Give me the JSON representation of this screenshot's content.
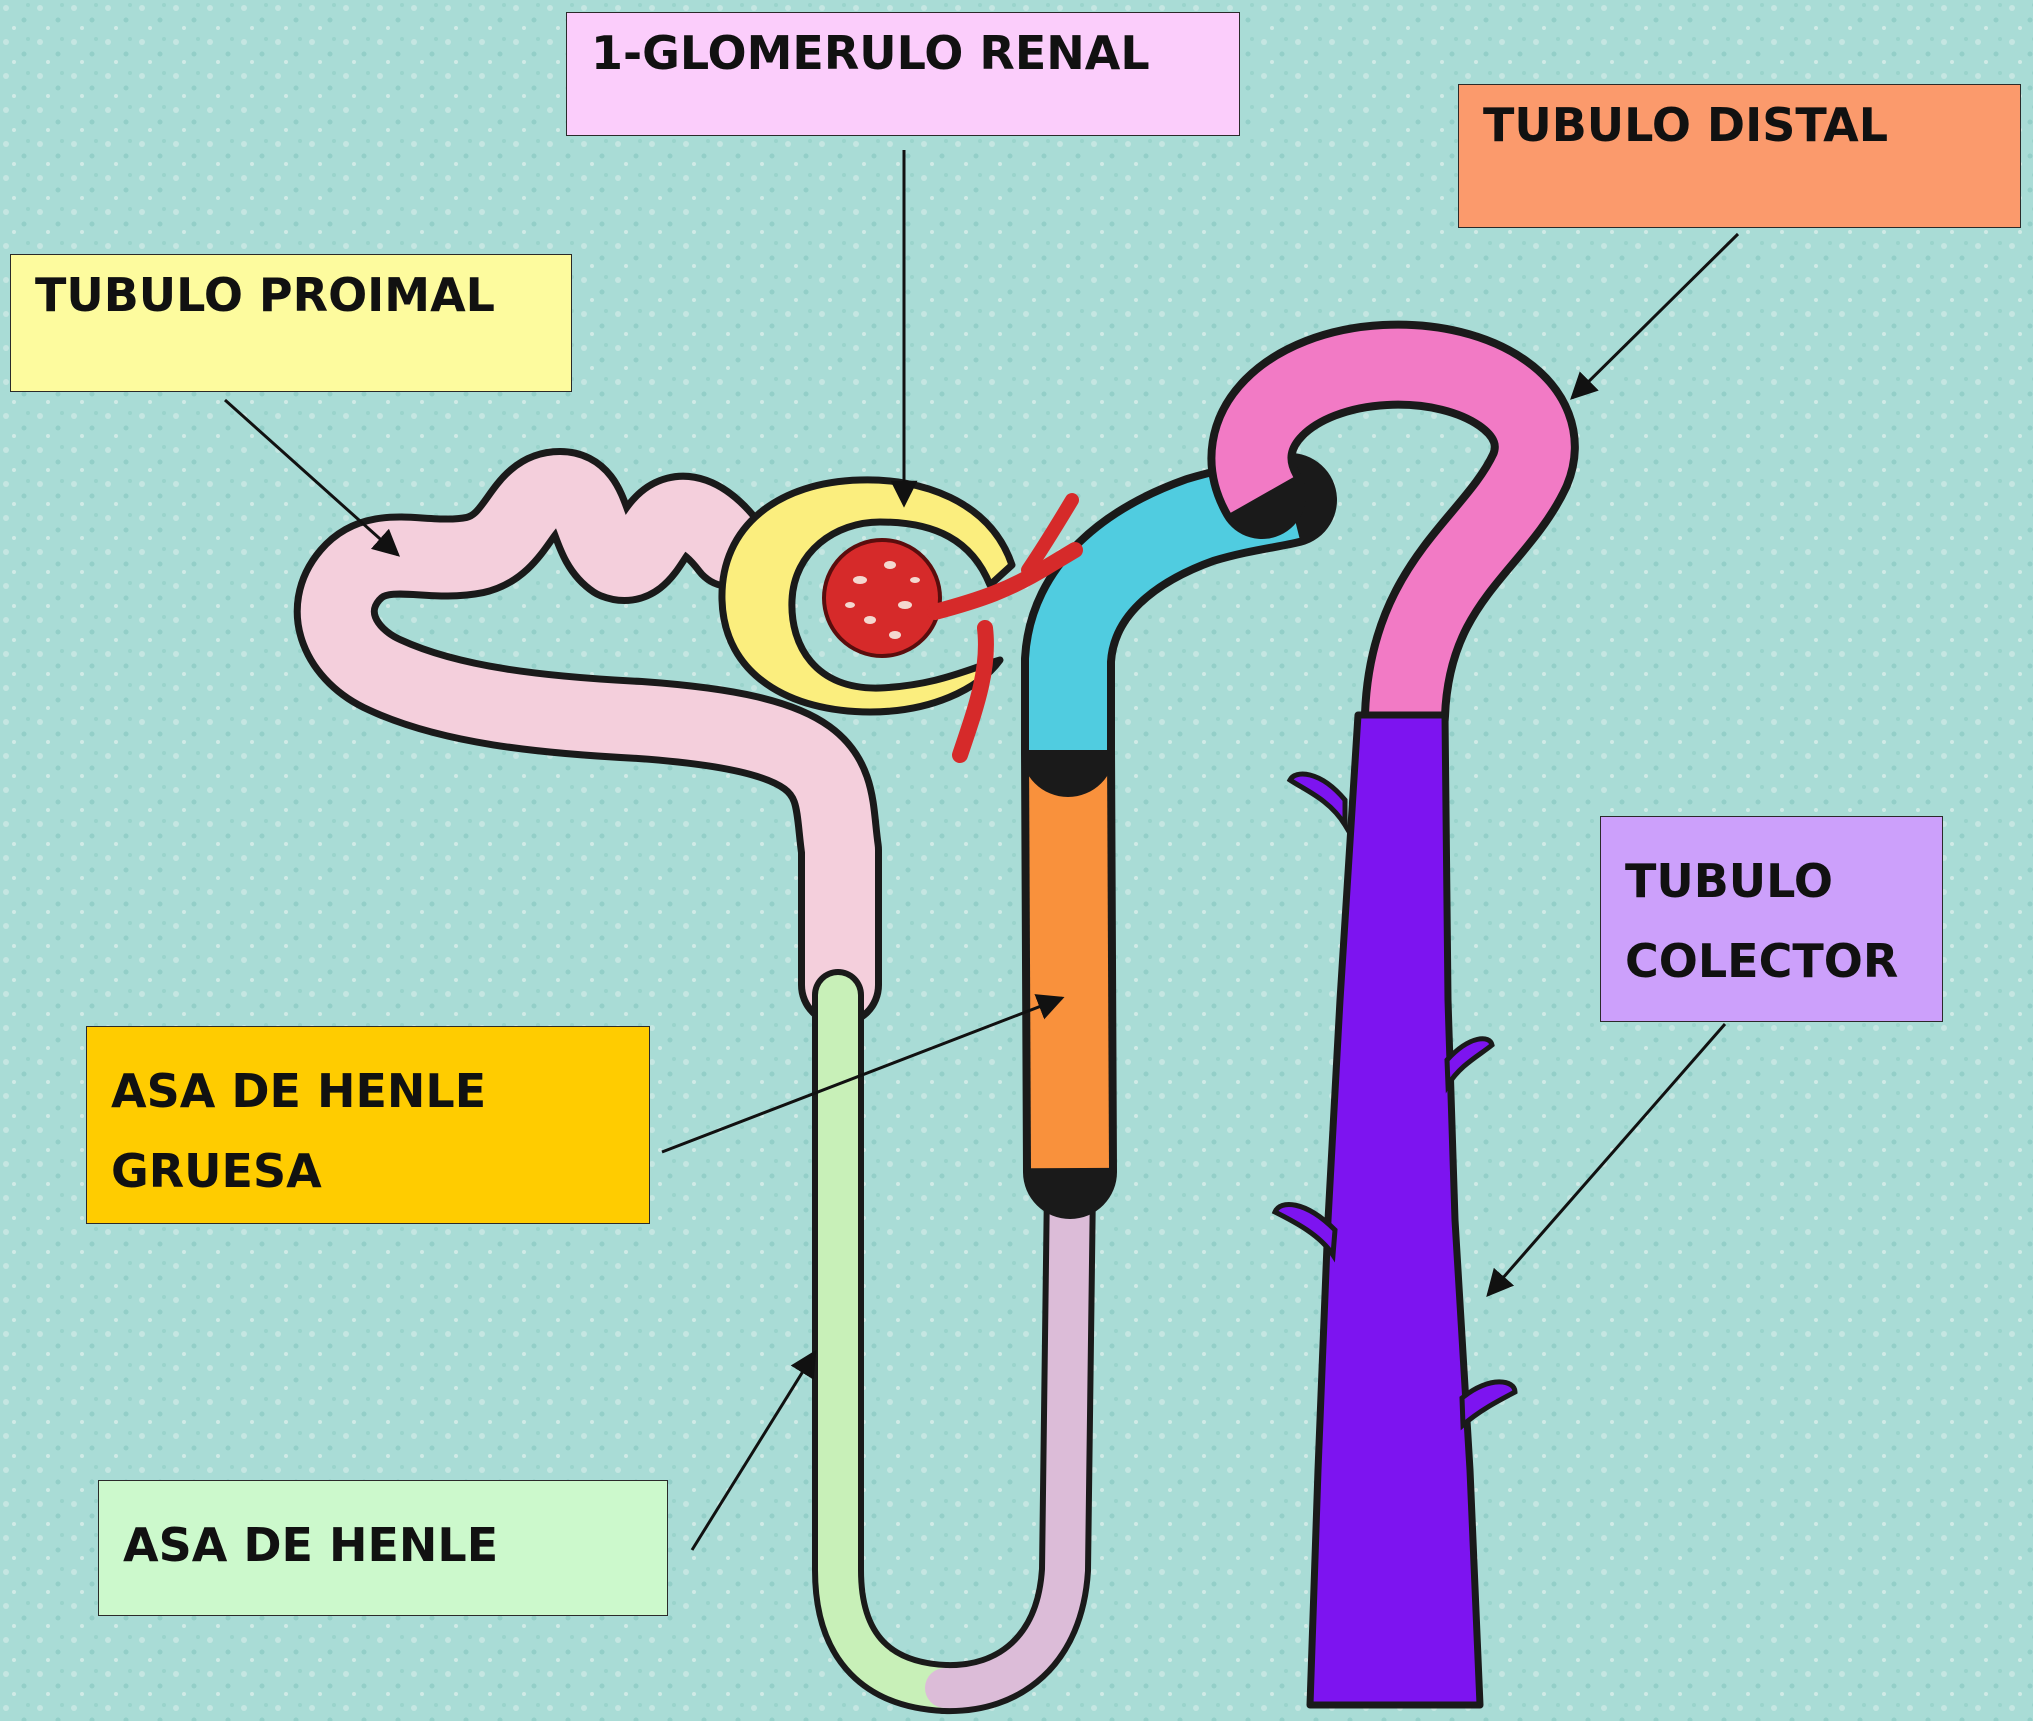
{
  "labels": {
    "glomerulo": {
      "text": "1-GLOMERULO RENAL"
    },
    "tubulo_distal": {
      "text": "TUBULO DISTAL"
    },
    "tubulo_proximal": {
      "text": "TUBULO PROIMAL"
    },
    "tubulo_colector": {
      "line1": "TUBULO",
      "line2": "COLECTOR"
    },
    "asa_henle_gruesa": {
      "line1": "ASA DE HENLE",
      "line2": "GRUESA"
    },
    "asa_henle": {
      "text": "ASA DE HENLE"
    }
  },
  "colors": {
    "background": "#a9dcd6",
    "glomerulo_label": "#fbcdfb",
    "tubulo_distal_label": "#fb9a6c",
    "tubulo_proximal_label": "#fdfb9e",
    "tubulo_colector_label": "#cca0fb",
    "asa_henle_gruesa_label": "#ffcc00",
    "asa_henle_label": "#ccf9cc",
    "proximal_tubule": "#f4cfdc",
    "bowman_capsule": "#fbee7e",
    "glomerulus": "#d62a2a",
    "thin_descending_limb": "#c8f0b8",
    "thin_ascending_limb": "#dcbcd8",
    "thick_ascending_limb": "#f9913c",
    "early_distal": "#50cce0",
    "distal_tubule": "#f27ac5",
    "collecting_duct": "#7d14f0"
  }
}
